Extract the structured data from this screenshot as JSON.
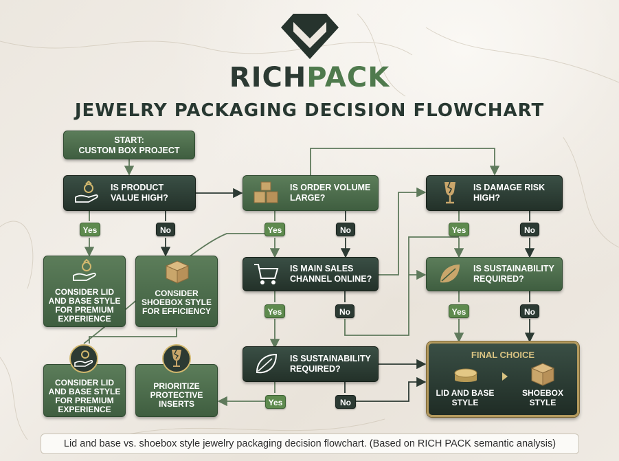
{
  "brand": {
    "name_part1": "RICH",
    "name_part2": "PACK",
    "logo_icon": "diamond-envelope-logo"
  },
  "title": "JEWELRY PACKAGING DECISION FLOWCHART",
  "nodes": {
    "start": {
      "line1": "START:",
      "line2": "CUSTOM BOX PROJECT"
    },
    "value_high": {
      "text": "IS PRODUCT VALUE HIGH?",
      "icon": "hand-ring-icon"
    },
    "order_large": {
      "text": "IS ORDER VOLUME LARGE?",
      "icon": "boxes-icon"
    },
    "damage_high": {
      "text": "IS DAMAGE RISK HIGH?",
      "icon": "fragile-glass-icon"
    },
    "online": {
      "text": "IS MAIN SALES CHANNEL ONLINE?",
      "icon": "shopping-cart-icon"
    },
    "sustain_right": {
      "text": "IS SUSTAINABILITY REQUIRED?",
      "icon": "leaf-icon"
    },
    "sustain_mid": {
      "text": "IS SUSTAINABILITY REQUIRED?",
      "icon": "leaf-icon"
    },
    "lid_top": {
      "text": "CONSIDER LID AND BASE STYLE FOR PREMIUM EXPERIENCE",
      "icon": "hand-ring-icon"
    },
    "shoebox": {
      "text": "CONSIDER SHOEBOX STYLE FOR EFFICIENCY",
      "icon": "box-icon"
    },
    "lid_bottom": {
      "text": "CONSIDER LID AND BASE STYLE FOR PREMIUM EXPERIENCE",
      "icon": "hand-ring-icon"
    },
    "protective": {
      "text": "PRIORITIZE PROTECTIVE INSERTS",
      "icon": "fragile-glass-icon"
    }
  },
  "labels": {
    "yes": "Yes",
    "no": "No"
  },
  "final": {
    "title": "FINAL CHOICE",
    "option_a": "LID AND BASE STYLE",
    "option_b": "SHOEBOX STYLE"
  },
  "caption": "Lid and base vs. shoebox style jewelry packaging decision flowchart. (Based on RICH PACK semantic analysis)",
  "colors": {
    "dark_node": "#2c3a33",
    "green_node": "#4f6e4e",
    "yes_pill": "#5e8a4e",
    "gold": "#b49a5e",
    "connector": "#5f7a5c"
  }
}
